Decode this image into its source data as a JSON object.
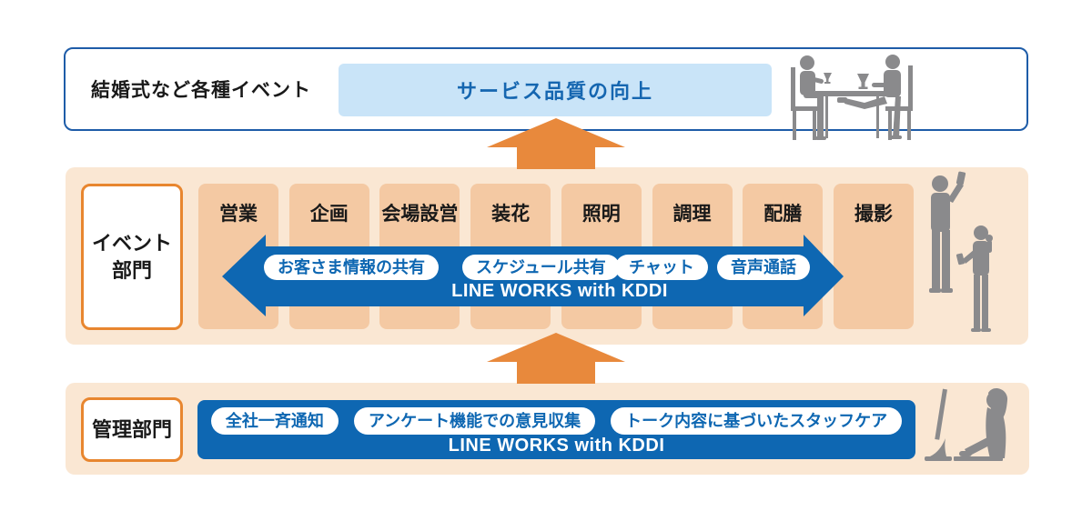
{
  "colors": {
    "blue": "#0e67b2",
    "blue_border": "#1e5ca8",
    "light_blue_bg": "#c9e4f8",
    "light_blue_text": "#1566b0",
    "peach_section_bg": "#fae7d3",
    "column_bg": "#f4c9a3",
    "orange_border": "#e8862f",
    "orange_arrow": "#e8893c",
    "silhouette_gray": "#8a8a8c"
  },
  "illustrations": {
    "top": "dining-couple-silhouette",
    "event": "staff-with-phones-silhouette",
    "admin": "operator-at-computer-silhouette"
  },
  "top": {
    "label": "結婚式など各種イベント",
    "highlight": "サービス品質の向上"
  },
  "event_section": {
    "label_line1": "イベント",
    "label_line2": "部門",
    "departments": [
      "営業",
      "企画",
      "会場設営",
      "装花",
      "照明",
      "調理",
      "配膳",
      "撮影"
    ],
    "arrow_pills": [
      "お客さま情報の共有",
      "スケジュール共有",
      "チャット",
      "音声通話"
    ],
    "arrow_caption": "LINE WORKS with KDDI"
  },
  "admin_section": {
    "label": "管理部門",
    "pills": [
      "全社一斉通知",
      "アンケート機能での意見収集",
      "トーク内容に基づいたスタッフケア"
    ],
    "caption": "LINE WORKS with KDDI"
  }
}
